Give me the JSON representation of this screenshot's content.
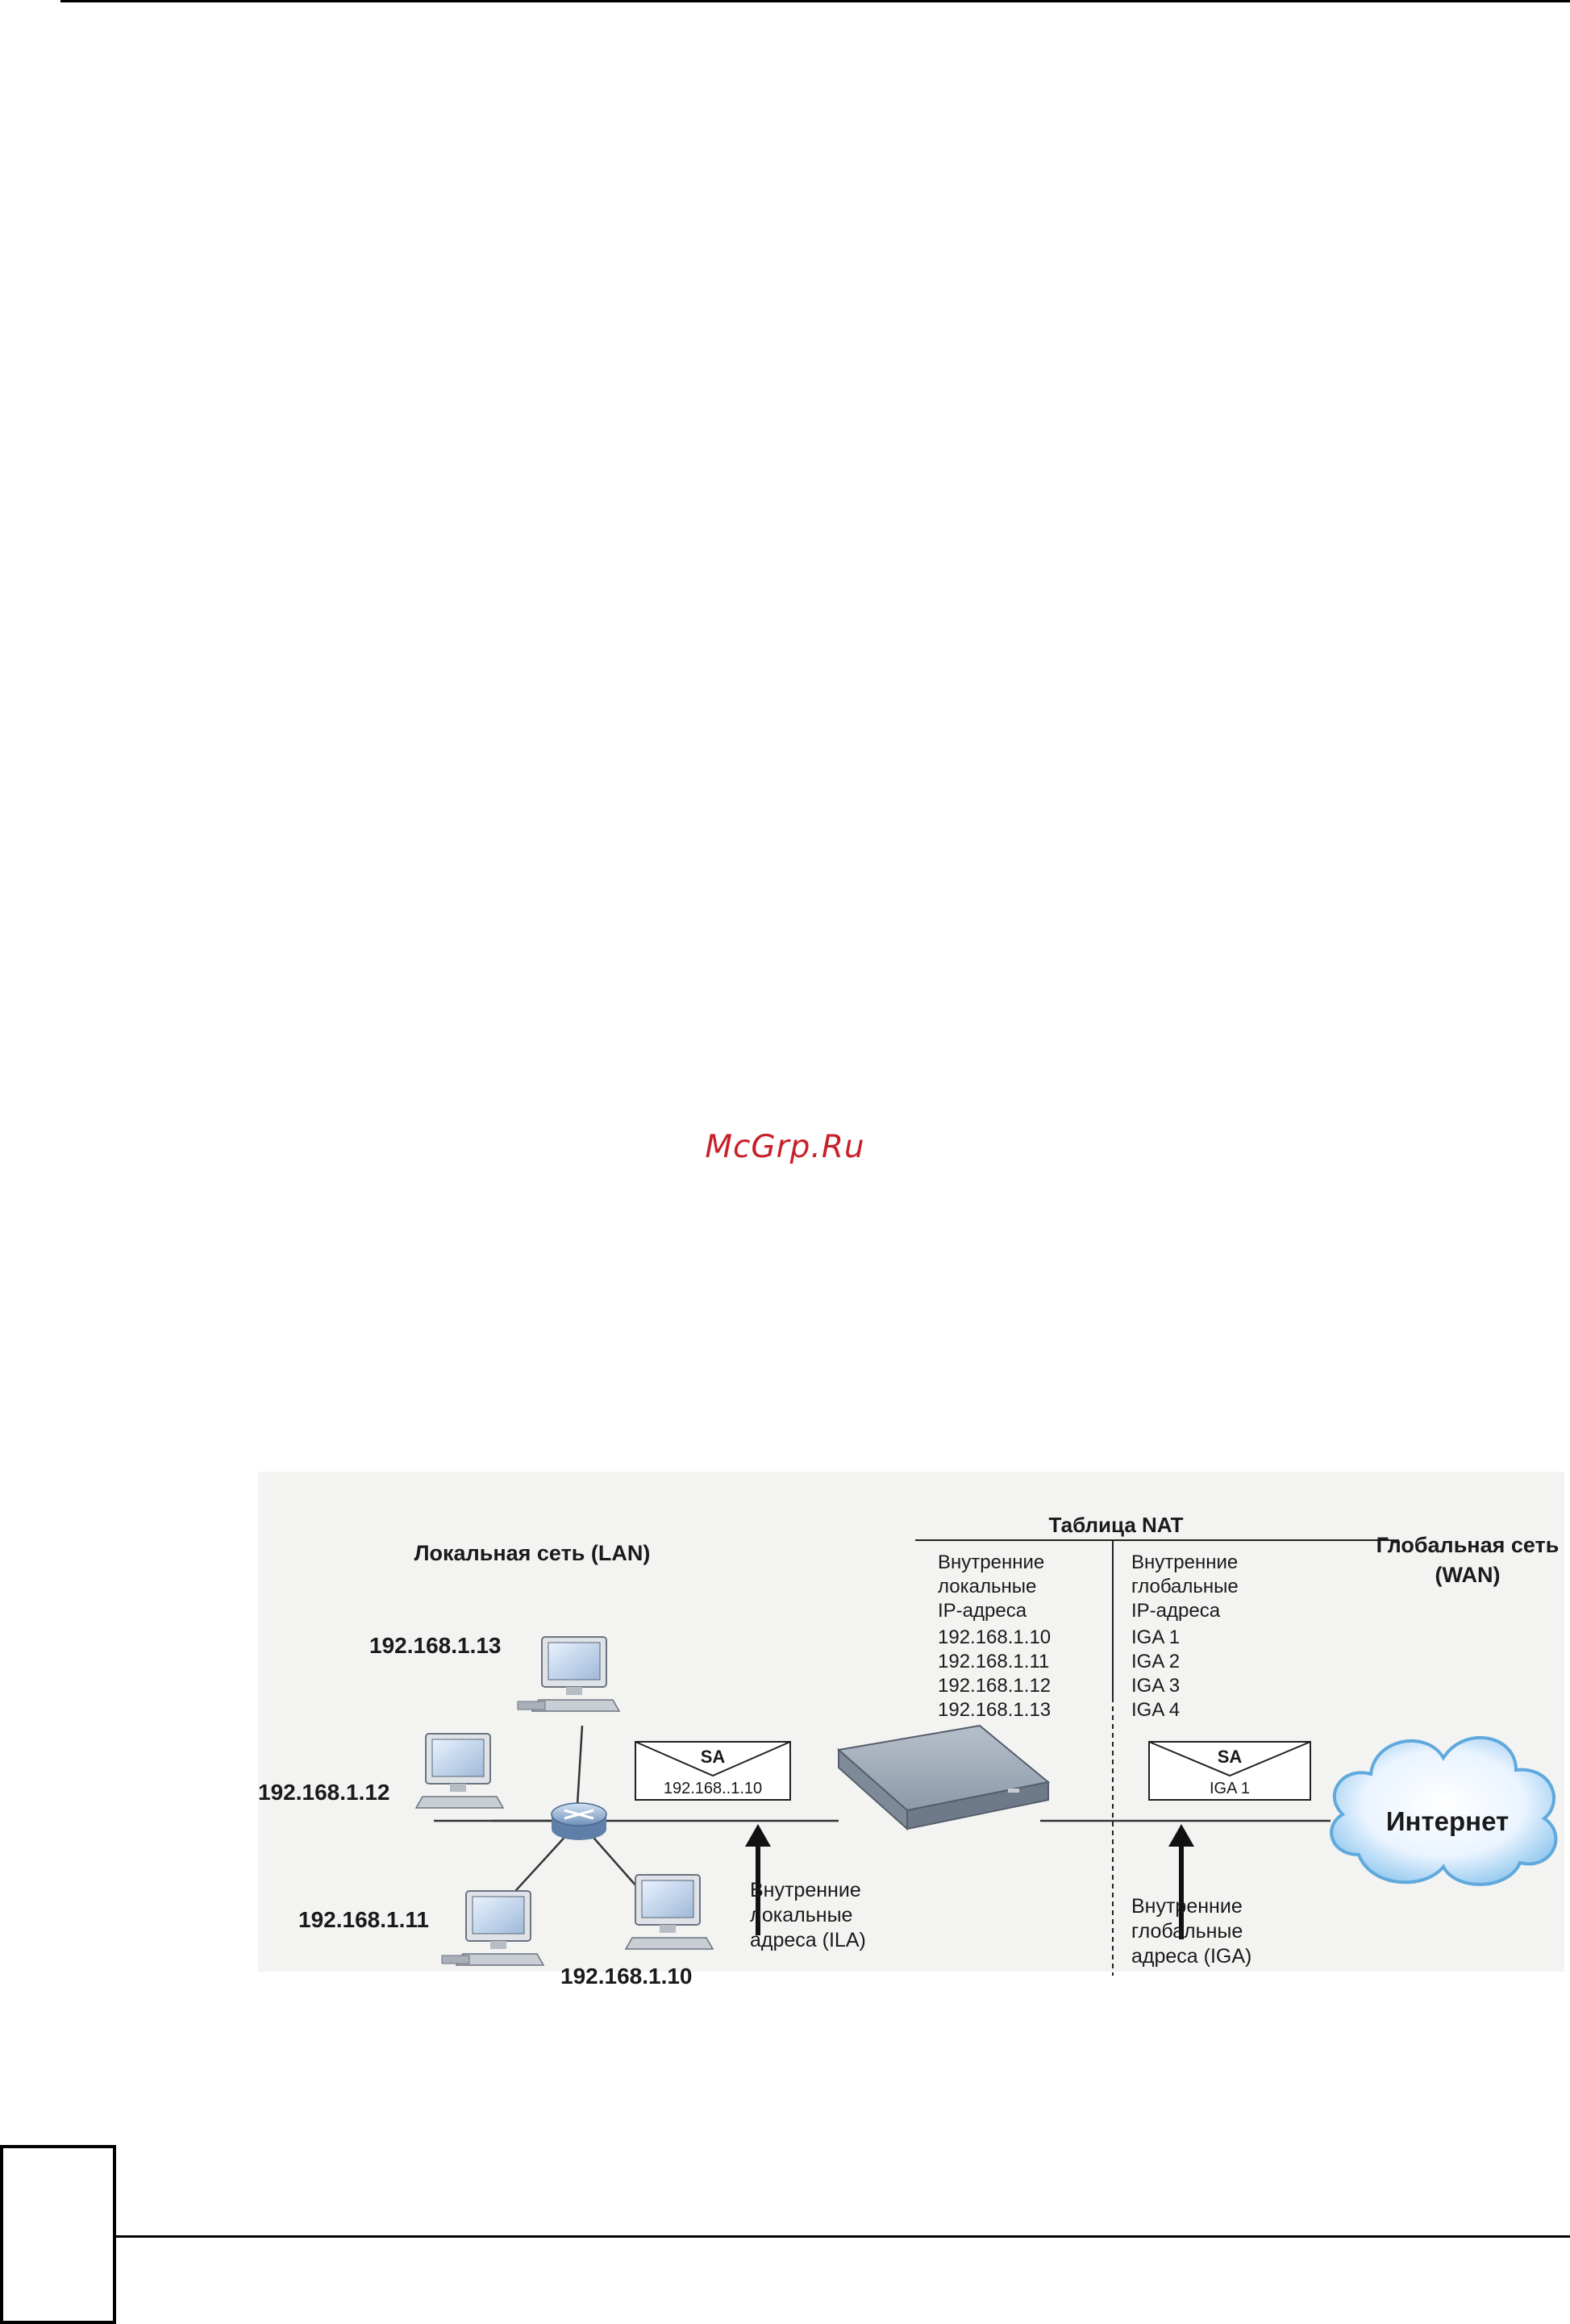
{
  "watermark": "McGrp.Ru",
  "diagram": {
    "nat_table_title": "Таблица NAT",
    "lan_label": "Локальная сеть (LAN)",
    "wan_label_line1": "Глобальная сеть",
    "wan_label_line2": "(WAN)",
    "inside_local_header": [
      "Внутренние",
      "локальные",
      "IP-адреса"
    ],
    "inside_local_addresses": [
      "192.168.1.10",
      "192.168.1.11",
      "192.168.1.12",
      "192.168.1.13"
    ],
    "inside_global_header": [
      "Внутренние",
      "глобальные",
      "IP-адреса"
    ],
    "inside_global_addresses": [
      "IGA 1",
      "IGA 2",
      "IGA 3",
      "IGA 4"
    ],
    "hosts": {
      "pc13": "192.168.1.13",
      "pc12": "192.168.1.12",
      "pc11": "192.168.1.11",
      "pc10": "192.168.1.10"
    },
    "packet_lan": {
      "header": "SA",
      "address": "192.168..1.10"
    },
    "packet_wan": {
      "header": "SA",
      "address": "IGA 1"
    },
    "ila_caption": [
      "Внутренние",
      "локальные",
      "адреса (ILA)"
    ],
    "iga_caption": [
      "Внутренние",
      "глобальные",
      "адреса  (IGA)"
    ],
    "internet_label": "Интернет"
  }
}
